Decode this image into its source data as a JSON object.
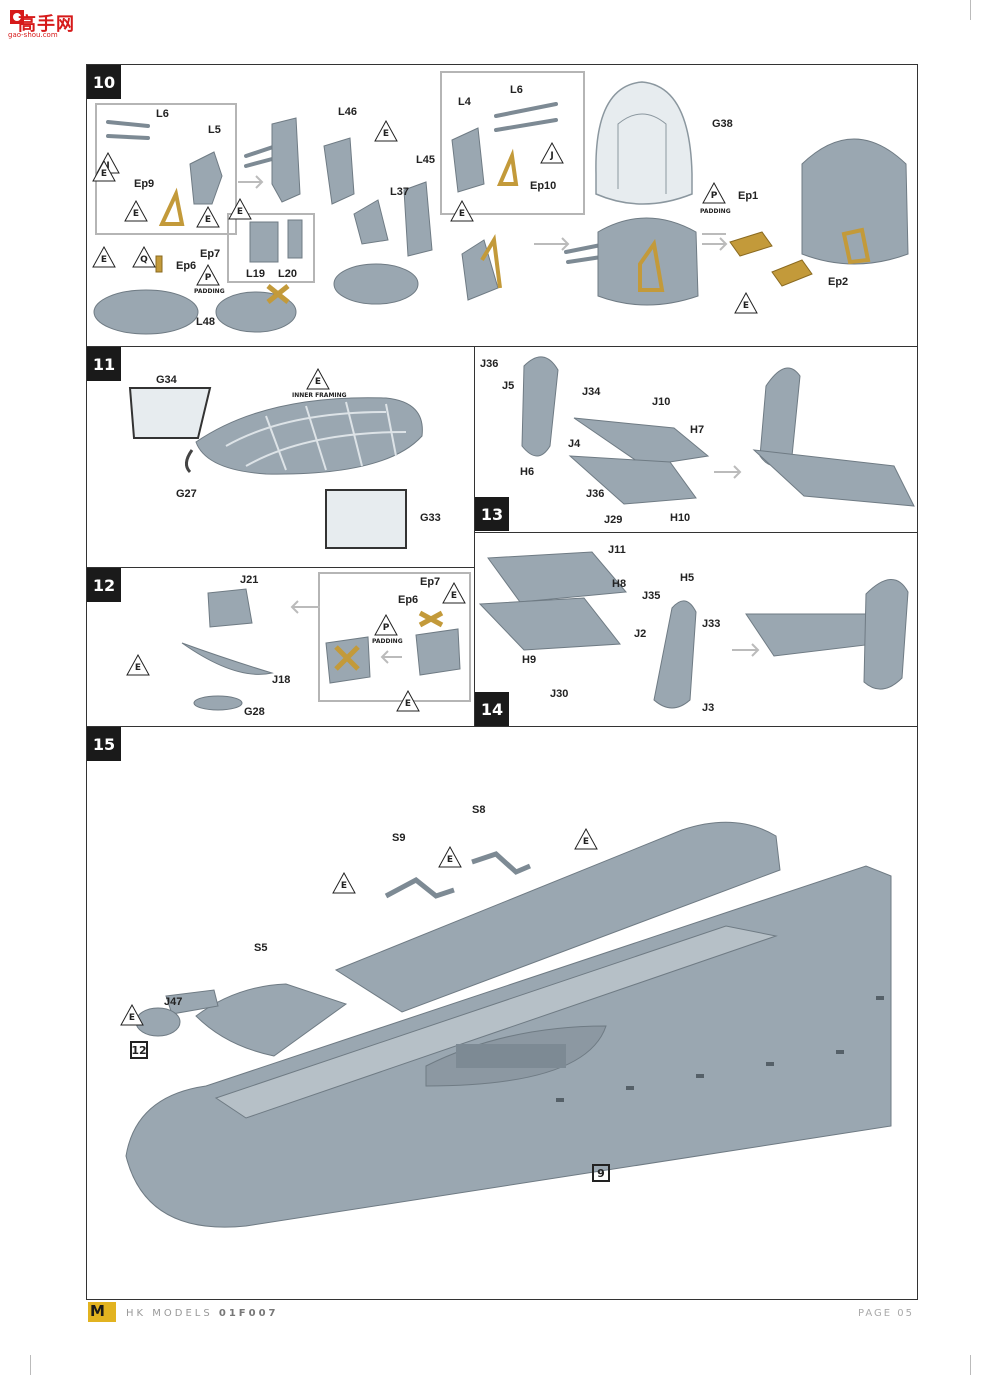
{
  "watermark": {
    "title": "高手网",
    "url": "gao-shou.com"
  },
  "steps": {
    "s10": "10",
    "s11": "11",
    "s12": "12",
    "s13": "13",
    "s14": "14",
    "s15": "15"
  },
  "parts": {
    "s10": [
      "L6",
      "L5",
      "J",
      "Ep9",
      "E",
      "E",
      "L46",
      "E",
      "L45",
      "L37",
      "L4",
      "L6",
      "J",
      "Ep10",
      "E",
      "G38",
      "P",
      "PADDING",
      "Ep1",
      "E",
      "Ep2",
      "E",
      "Q",
      "Ep7",
      "Ep6",
      "P",
      "PADDING",
      "L48",
      "E",
      "L19",
      "L20",
      "E"
    ],
    "s11": [
      "G34",
      "E",
      "INNER FRAMING",
      "G27",
      "G33"
    ],
    "s12": [
      "J21",
      "E",
      "J18",
      "G28",
      "Ep7",
      "Ep6",
      "E",
      "P",
      "PADDING",
      "E"
    ],
    "s13": [
      "J36",
      "J5",
      "J34",
      "J10",
      "H7",
      "J4",
      "H6",
      "J36",
      "J29",
      "H10"
    ],
    "s14": [
      "J11",
      "H8",
      "H5",
      "J35",
      "J33",
      "J2",
      "H9",
      "J30",
      "J3"
    ],
    "s15": [
      "S8",
      "S9",
      "E",
      "E",
      "E",
      "S5",
      "J47",
      "E",
      "12",
      "9"
    ]
  },
  "footer": {
    "brand": "HK MODELS",
    "code": "01F007",
    "page": "PAGE 05",
    "badge": "M"
  },
  "colors": {
    "part_gray": "#9aa7b1",
    "part_dark": "#7d8a94",
    "photo_etch": "#c39a3a",
    "clear_part": "#e7ecef"
  }
}
